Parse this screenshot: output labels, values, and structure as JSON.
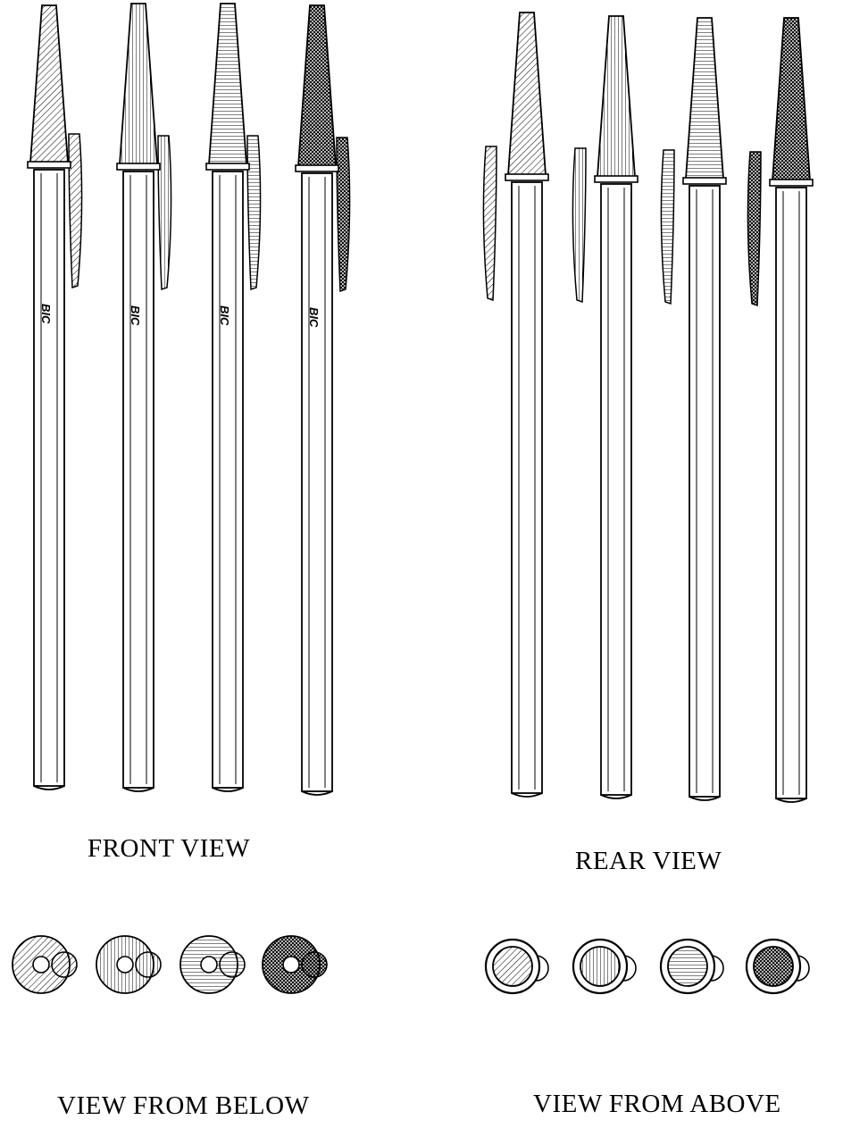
{
  "labels": {
    "front": "FRONT VIEW",
    "rear": "REAR VIEW",
    "below": "VIEW FROM BELOW",
    "above": "VIEW FROM ABOVE"
  },
  "logo_text": "BIC",
  "front_pens": [
    {
      "hatch": "diag"
    },
    {
      "hatch": "vert"
    },
    {
      "hatch": "horiz"
    },
    {
      "hatch": "cross"
    }
  ],
  "rear_pens": [
    {
      "hatch": "diag"
    },
    {
      "hatch": "vert"
    },
    {
      "hatch": "horiz"
    },
    {
      "hatch": "cross"
    }
  ],
  "colors": {
    "ink": "#000000",
    "paper": "#ffffff"
  }
}
